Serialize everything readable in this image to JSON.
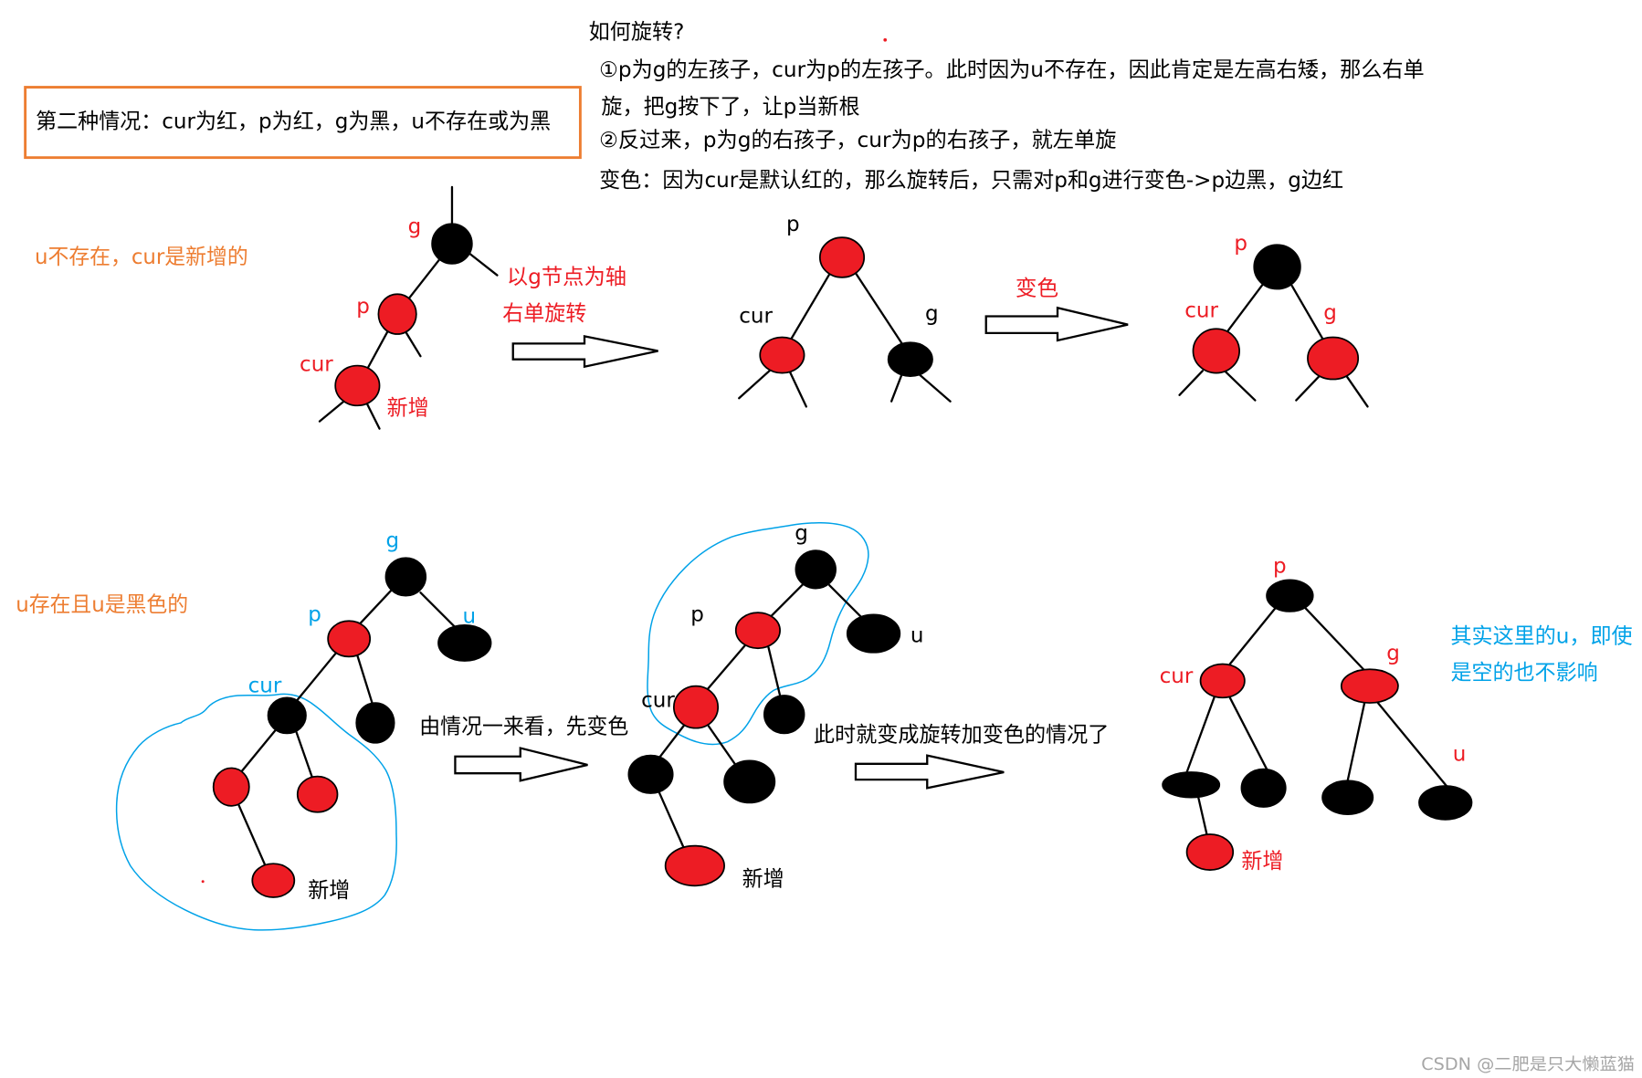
{
  "case_box": {
    "text": "第二种情况：cur为红，p为红，g为黑，u不存在或为黑"
  },
  "how_to_rotate": {
    "title": "如何旋转?",
    "lines": [
      "①p为g的左孩子，cur为p的左孩子。此时因为u不存在，因此肯定是左高右矮，那么右单",
      "旋，把g按下了，让p当新根",
      "②反过来，p为g的右孩子，cur为p的右孩子，就左单旋",
      "变色：因为cur是默认红的，那么旋转后，只需对p和g进行变色->p边黑，g边红"
    ]
  },
  "case_u_absent": {
    "label": "u不存在，cur是新增的",
    "initial_tree": {
      "labels": {
        "g": "g",
        "p": "p",
        "cur": "cur",
        "new": "新增"
      },
      "node_colors": {
        "g": "#000000",
        "p": "#ED1C24",
        "cur": "#ED1C24"
      }
    },
    "rotation_note": [
      "以g节点为轴",
      "右单旋转"
    ],
    "rotated_tree": {
      "labels": {
        "p": "p",
        "cur": "cur",
        "g": "g"
      },
      "node_colors": {
        "p": "#ED1C24",
        "cur": "#ED1C24",
        "g": "#000000"
      }
    },
    "recolor_note": "变色",
    "recolored_tree": {
      "labels": {
        "p": "p",
        "cur": "cur",
        "g": "g"
      },
      "node_colors": {
        "p": "#000000",
        "cur": "#ED1C24",
        "g": "#ED1C24"
      }
    }
  },
  "case_u_black": {
    "label": "u存在且u是黑色的",
    "initial_tree": {
      "labels": {
        "g": "g",
        "p": "p",
        "u": "u",
        "cur": "cur",
        "new": "新增"
      },
      "node_colors": {
        "g": "#000000",
        "u": "#000000",
        "p": "#ED1C24",
        "p_right": "#000000",
        "cur": "#000000",
        "cur_left": "#ED1C24",
        "cur_right": "#ED1C24",
        "new": "#ED1C24"
      }
    },
    "step1_note": "由情况一来看，先变色",
    "recolored_tree": {
      "labels": {
        "g": "g",
        "p": "p",
        "u": "u",
        "cur": "cur",
        "new": "新增"
      },
      "node_colors": {
        "g": "#000000",
        "u": "#000000",
        "p": "#ED1C24",
        "p_right": "#000000",
        "cur": "#ED1C24",
        "cur_left": "#000000",
        "cur_right": "#000000",
        "new": "#ED1C24"
      }
    },
    "step2_note": "此时就变成旋转加变色的情况了",
    "final_tree": {
      "labels": {
        "p": "p",
        "cur": "cur",
        "g": "g",
        "u": "u",
        "new": "新增"
      },
      "node_colors": {
        "p": "#000000",
        "cur": "#ED1C24",
        "g": "#ED1C24",
        "cur_left": "#000000",
        "cur_right": "#000000",
        "g_left": "#000000",
        "u": "#000000",
        "new": "#ED1C24"
      }
    },
    "side_note": [
      "其实这里的u，即使",
      "是空的也不影响"
    ]
  },
  "colors": {
    "red": "#ED1C24",
    "black": "#000000",
    "orange": "#ED7D31",
    "blue": "#00A2E8",
    "watermark_gray": "#A6A6A6"
  },
  "watermark": "CSDN @二肥是只大懒蓝猫"
}
